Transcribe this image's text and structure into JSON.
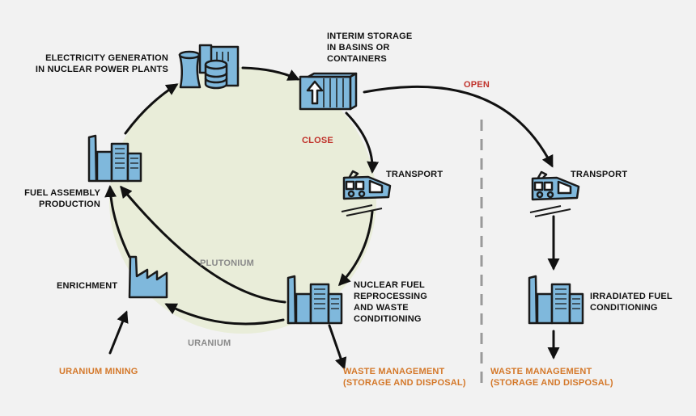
{
  "labels": {
    "electricity_generation": "ELECTRICITY GENERATION\nIN NUCLEAR POWER PLANTS",
    "interim_storage": "INTERIM STORAGE\nIN BASINS OR\nCONTAINERS",
    "open": "OPEN",
    "close": "CLOSE",
    "transport_closed": "TRANSPORT",
    "transport_open": "TRANSPORT",
    "fuel_assembly": "FUEL ASSEMBLY\nPRODUCTION",
    "plutonium": "PLUTONIUM",
    "enrichment": "ENRICHMENT",
    "reprocessing": "NUCLEAR FUEL\nREPROCESSING\nAND WASTE\nCONDITIONING",
    "irradiated": "IRRADIATED FUEL\nCONDITIONING",
    "uranium": "URANIUM",
    "uranium_mining": "URANIUM MINING",
    "waste_closed": "WASTE MANAGEMENT\n(STORAGE AND DISPOSAL)",
    "waste_open": "WASTE MANAGEMENT\n(STORAGE AND DISPOSAL)"
  },
  "colors": {
    "cycle_fill": "#e9edd9",
    "icon_fill": "#7fb8dc",
    "icon_stroke": "#1a1a1a",
    "close_text": "#c0322b",
    "open_text": "#c0322b",
    "material_text": "#8a8a8a",
    "waste_text": "#d4782a",
    "divider": "#9a9a9a"
  },
  "icons": {
    "power_plant": "power-plant-icon",
    "storage": "storage-container-icon",
    "transport": "train-icon",
    "factory": "factory-icon",
    "enrichment": "enrichment-plant-icon"
  }
}
